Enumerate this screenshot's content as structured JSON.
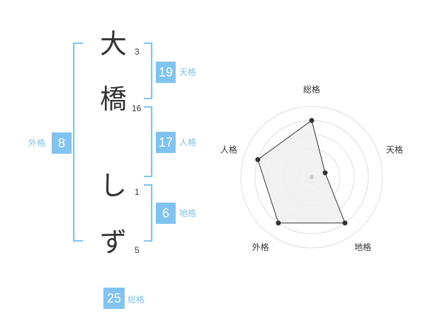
{
  "name": {
    "chars": [
      {
        "char": "大",
        "strokes": "3"
      },
      {
        "char": "橋",
        "strokes": "16"
      },
      {
        "char": "し",
        "strokes": "1"
      },
      {
        "char": "ず",
        "strokes": "5"
      }
    ]
  },
  "kakusu": {
    "tenkaku": {
      "label": "天格",
      "value": "19"
    },
    "jinkaku": {
      "label": "人格",
      "value": "17"
    },
    "chikaku": {
      "label": "地格",
      "value": "6"
    },
    "gaikaku": {
      "label": "外格",
      "value": "8"
    },
    "soukaku": {
      "label": "総格",
      "value": "25"
    }
  },
  "colors": {
    "accent": "#81c3f0",
    "text": "#333333",
    "radar_fill": "#eeeeee",
    "ring": "#dddddd"
  },
  "chart_data": {
    "type": "radar",
    "axes": [
      "総格",
      "天格",
      "地格",
      "外格",
      "人格"
    ],
    "values": [
      4,
      1,
      4,
      4,
      4
    ],
    "range": [
      0,
      5
    ],
    "rings": 5
  }
}
